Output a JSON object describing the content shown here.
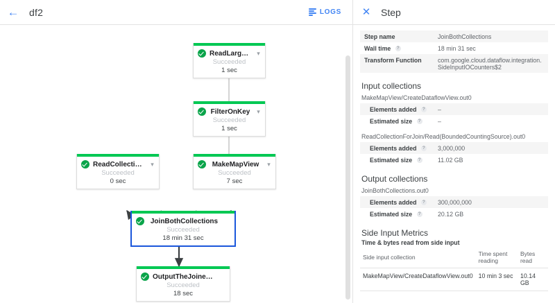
{
  "topbar": {
    "back_icon": "back-arrow-icon",
    "job_name": "df2",
    "logs_label": "LOGS",
    "logs_icon": "logs-list-icon"
  },
  "graph": {
    "nodes": [
      {
        "id": "read-large-collection",
        "title": "ReadLargeCollectionFr...",
        "status": "Succeeded",
        "time": "1 sec",
        "selected": false,
        "status_color": "#00c853"
      },
      {
        "id": "filter-on-key",
        "title": "FilterOnKey",
        "status": "Succeeded",
        "time": "1 sec",
        "selected": false,
        "status_color": "#00c853"
      },
      {
        "id": "read-collection-for-join",
        "title": "ReadCollectionForJoin",
        "status": "Succeeded",
        "time": "0 sec",
        "selected": false,
        "status_color": "#00c853"
      },
      {
        "id": "make-map-view",
        "title": "MakeMapView",
        "status": "Succeeded",
        "time": "7 sec",
        "selected": false,
        "status_color": "#00c853"
      },
      {
        "id": "join-both-collections",
        "title": "JoinBothCollections",
        "status": "Succeeded",
        "time": "18 min 31 sec",
        "selected": true,
        "status_color": "#00c853"
      },
      {
        "id": "output-the-joined",
        "title": "OutputTheJoinedCollec...",
        "status": "Succeeded",
        "time": "18 sec",
        "selected": false,
        "status_color": "#00c853"
      }
    ],
    "selected_border_color": "#1a56db",
    "check_icon": "check-circle-icon",
    "expand_icon": "chevron-down-icon"
  },
  "panel": {
    "close_icon": "close-icon",
    "title": "Step",
    "summary": [
      {
        "key": "Step name",
        "value": "JoinBothCollections",
        "info": false
      },
      {
        "key": "Wall time",
        "value": "18 min 31 sec",
        "info": true
      },
      {
        "key": "Transform Function",
        "value": "com.google.cloud.dataflow.integration. SideInputIOCounters$2",
        "info": false
      }
    ],
    "input_collections": {
      "title": "Input collections",
      "items": [
        {
          "name": "MakeMapView/CreateDataflowView.out0",
          "rows": [
            {
              "key": "Elements added",
              "value": "–",
              "info": true
            },
            {
              "key": "Estimated size",
              "value": "–",
              "info": true
            }
          ]
        },
        {
          "name": "ReadCollectionForJoin/Read(BoundedCountingSource).out0",
          "rows": [
            {
              "key": "Elements added",
              "value": "3,000,000",
              "info": true
            },
            {
              "key": "Estimated size",
              "value": "11.02 GB",
              "info": true
            }
          ]
        }
      ]
    },
    "output_collections": {
      "title": "Output collections",
      "items": [
        {
          "name": "JoinBothCollections.out0",
          "rows": [
            {
              "key": "Elements added",
              "value": "300,000,000",
              "info": true
            },
            {
              "key": "Estimated size",
              "value": "20.12 GB",
              "info": true
            }
          ]
        }
      ]
    },
    "side_input_metrics": {
      "title": "Side Input Metrics",
      "subtitle": "Time & bytes read from side input",
      "columns": [
        "Side input collection",
        "Time spent reading",
        "Bytes read"
      ],
      "rows": [
        {
          "collection": "MakeMapView/CreateDataflowView.out0",
          "time_spent": "10 min 3 sec",
          "bytes_read": "10.14 GB"
        }
      ]
    }
  }
}
